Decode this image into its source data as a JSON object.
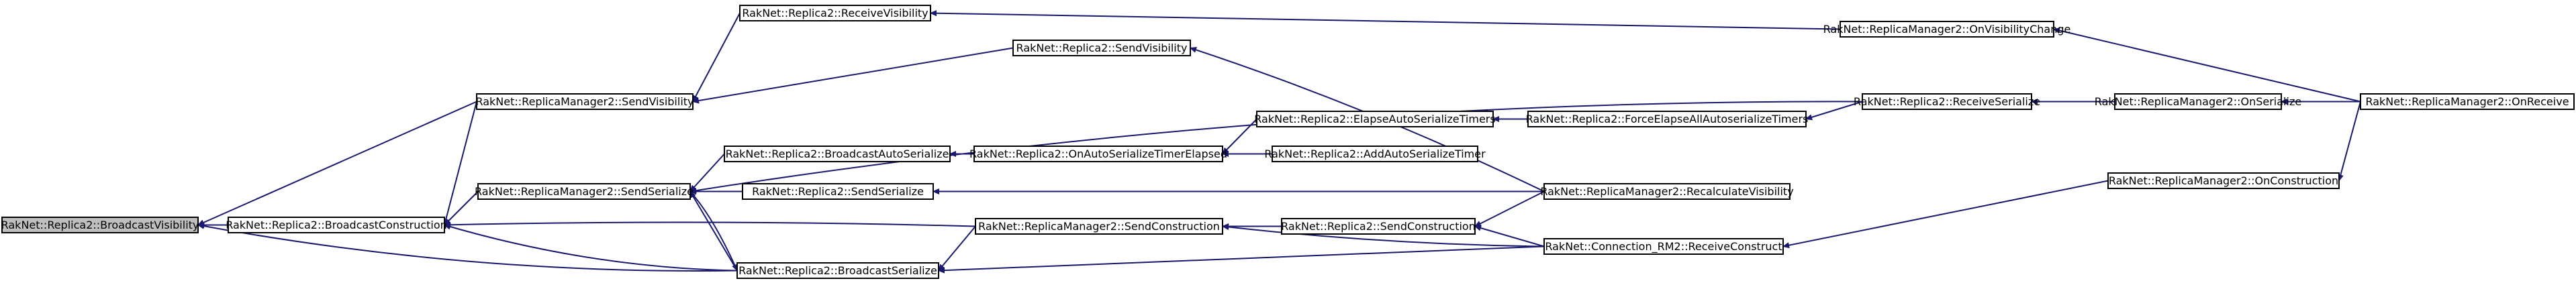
{
  "colors": {
    "edge": "#191970",
    "root_fill": "#bfbfbf",
    "node_fill": "#ffffff",
    "node_border": "#000000"
  },
  "nodes": {
    "n0": {
      "label": "RakNet::Replica2::BroadcastVisibility",
      "root": true
    },
    "n1": {
      "label": "RakNet::Replica2::BroadcastConstruction"
    },
    "n2": {
      "label": "RakNet::ReplicaManager2::SendVisibility"
    },
    "n3": {
      "label": "RakNet::ReplicaManager2::SendSerialize"
    },
    "n4": {
      "label": "RakNet::Replica2::BroadcastSerialize"
    },
    "n5": {
      "label": "RakNet::Replica2::ReceiveVisibility"
    },
    "n6": {
      "label": "RakNet::Replica2::SendVisibility"
    },
    "n7": {
      "label": "RakNet::Replica2::BroadcastAutoSerialize"
    },
    "n8": {
      "label": "RakNet::Replica2::SendSerialize"
    },
    "n9": {
      "label": "RakNet::ReplicaManager2::SendConstruction"
    },
    "n10": {
      "label": "RakNet::Replica2::OnAutoSerializeTimerElapsed"
    },
    "n11": {
      "label": "RakNet::Replica2::ElapseAutoSerializeTimers"
    },
    "n12": {
      "label": "RakNet::Replica2::AddAutoSerializeTimer"
    },
    "n13": {
      "label": "RakNet::Replica2::SendConstruction"
    },
    "n14": {
      "label": "RakNet::Replica2::ForceElapseAllAutoserializeTimers"
    },
    "n15": {
      "label": "RakNet::ReplicaManager2::RecalculateVisibility"
    },
    "n16": {
      "label": "RakNet::Connection_RM2::ReceiveConstruct"
    },
    "n17": {
      "label": "RakNet::ReplicaManager2::OnVisibilityChange"
    },
    "n18": {
      "label": "RakNet::Replica2::ReceiveSerialize"
    },
    "n19": {
      "label": "RakNet::ReplicaManager2::OnSerialize"
    },
    "n20": {
      "label": "RakNet::ReplicaManager2::OnConstruction"
    },
    "n21": {
      "label": "RakNet::ReplicaManager2::OnReceive"
    }
  },
  "edges": [
    [
      "n1",
      "n0"
    ],
    [
      "n2",
      "n0"
    ],
    [
      "n4",
      "n0"
    ],
    [
      "n2",
      "n1"
    ],
    [
      "n3",
      "n1"
    ],
    [
      "n4",
      "n1"
    ],
    [
      "n9",
      "n1"
    ],
    [
      "n5",
      "n2"
    ],
    [
      "n6",
      "n2"
    ],
    [
      "n4",
      "n3"
    ],
    [
      "n7",
      "n3"
    ],
    [
      "n8",
      "n3"
    ],
    [
      "n18",
      "n3"
    ],
    [
      "n3",
      "n4"
    ],
    [
      "n9",
      "n4"
    ],
    [
      "n16",
      "n4"
    ],
    [
      "n17",
      "n5"
    ],
    [
      "n15",
      "n6"
    ],
    [
      "n10",
      "n7"
    ],
    [
      "n11",
      "n10"
    ],
    [
      "n12",
      "n10"
    ],
    [
      "n14",
      "n11"
    ],
    [
      "n18",
      "n14"
    ],
    [
      "n15",
      "n8"
    ],
    [
      "n13",
      "n9"
    ],
    [
      "n16",
      "n9"
    ],
    [
      "n15",
      "n13"
    ],
    [
      "n16",
      "n13"
    ],
    [
      "n21",
      "n17"
    ],
    [
      "n19",
      "n18"
    ],
    [
      "n21",
      "n19"
    ],
    [
      "n20",
      "n16"
    ],
    [
      "n21",
      "n20"
    ]
  ]
}
